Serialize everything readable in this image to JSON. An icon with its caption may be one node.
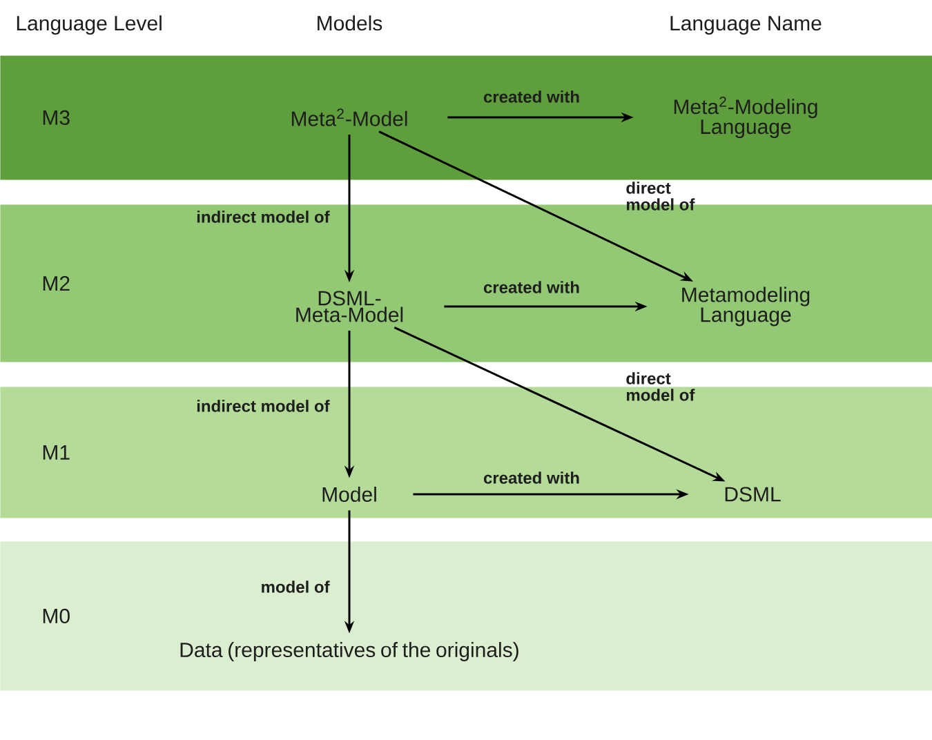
{
  "diagram": {
    "nodes": [
      {
        "text": [
          "M3"
        ]
      },
      {
        "text": [
          "Meta$^{2}$-Model"
        ],
        "in": 0
      },
      {
        "text": [
          "Meta$^{2}$-Modeling Language"
        ],
        "in": 0
      },
      {
        "text": [
          "M2"
        ]
      },
      {
        "text": [
          "DSML- Meta-Model"
        ],
        "in": 3
      },
      {
        "text": [
          "Metamodeling Language"
        ],
        "in": 3
      },
      {
        "text": [
          "M1"
        ]
      },
      {
        "text": [
          "Model"
        ],
        "in": 6
      },
      {
        "text": [
          "DSML"
        ],
        "in": 6
      },
      {
        "text": [
          "M0"
        ]
      },
      {
        "text": [
          "Data (representatives of the originals)"
        ],
        "in": 9
      }
    ],
    "edges": [
      {
        "from": 1,
        "to": 2,
        "arrow": "to",
        "label": "created with"
      },
      {
        "from": 1,
        "to": 4,
        "arrow": "to",
        "label": "indirect model of"
      },
      {
        "from": 1,
        "to": 5,
        "arrow": "to",
        "label": "direct model of"
      },
      {
        "from": 4,
        "to": 5,
        "arrow": "to",
        "label": "created with"
      },
      {
        "from": 4,
        "to": 7,
        "arrow": "to",
        "label": "indirect model of"
      },
      {
        "from": 4,
        "to": 8,
        "arrow": "to",
        "label": "direct model of"
      },
      {
        "from": 7,
        "to": 8,
        "arrow": "to",
        "label": "created with"
      },
      {
        "from": 7,
        "to": 10,
        "arrow": "to",
        "label": "model of"
      }
    ],
    "labels": [
      "Language Level",
      "Models",
      "Language Name"
    ]
  }
}
